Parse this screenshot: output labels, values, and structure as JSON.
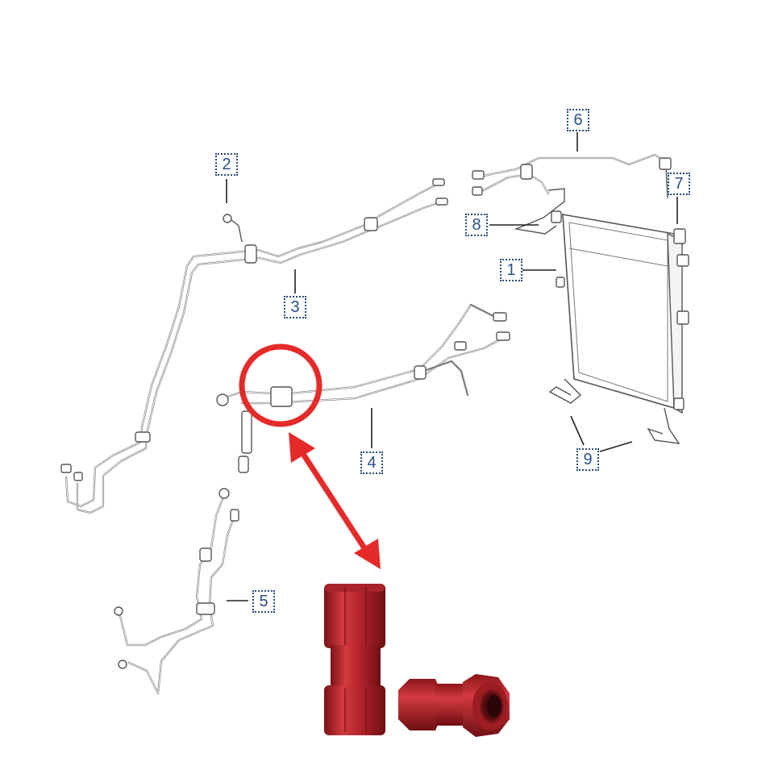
{
  "callouts": {
    "c1": "1",
    "c2": "2",
    "c3": "3",
    "c4": "4",
    "c5": "5",
    "c6": "6",
    "c7": "7",
    "c8": "8",
    "c9": "9"
  },
  "colors": {
    "highlight": "#e52a2a",
    "fitting": "#b8262e",
    "callout_text": "#2d4f8c",
    "line": "#7a7a7a"
  }
}
